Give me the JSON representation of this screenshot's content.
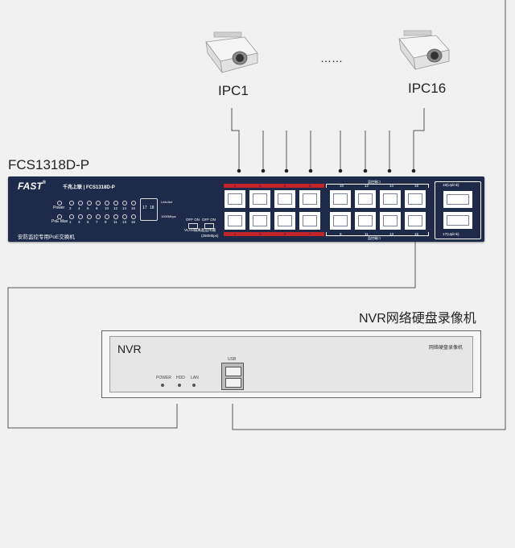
{
  "cameras": [
    {
      "label": "IPC1"
    },
    {
      "label": "IPC16"
    }
  ],
  "ellipsis": "……",
  "switch": {
    "model_title": "FCS1318D-P",
    "brand": "FAST",
    "brand_mark": "®",
    "header_text": "千兆上联 | FCS1318D-P",
    "power_label": "Power",
    "poe_label": "PoE Max",
    "led_top_numbers": [
      "2",
      "4",
      "6",
      "8",
      "10",
      "12",
      "14",
      "16"
    ],
    "led_bottom_numbers": [
      "1",
      "3",
      "5",
      "7",
      "9",
      "11",
      "13",
      "15"
    ],
    "uplink_top": [
      "17",
      "18"
    ],
    "uplink_legend_1": "Link/Act",
    "uplink_legend_2": "1000Mbps",
    "switch1_top": "OFF ON",
    "switch1_bottom": "VLAN隔离",
    "switch2_top": "OFF ON",
    "switch2_bottom": "超远传输",
    "switch2_sub": "(250Mbps)",
    "footer_text": "安防监控专用PoE交换机",
    "port_top_numbers": [
      "2",
      "4",
      "6",
      "8",
      "10",
      "12",
      "14",
      "16"
    ],
    "port_bottom_numbers": [
      "1",
      "3",
      "5",
      "7",
      "9",
      "11",
      "13",
      "15"
    ],
    "poe_group_label_top": "监控端口",
    "poe_group_label_bottom": "监控端口",
    "uplink_port_top": "18(Uplink)",
    "uplink_port_bottom": "17(Uplink)"
  },
  "nvr": {
    "caption": "NVR网络硬盘录像机",
    "panel_label": "NVR",
    "panel_label_right": "网络硬盘录像机",
    "usb_label": "USB",
    "led_labels": [
      "POWER",
      "HDD",
      "LAN"
    ]
  },
  "colors": {
    "background": "#f1f1f1",
    "switch_body": "#1e2a4a",
    "accent_red": "#c4232a",
    "line": "#555555"
  }
}
